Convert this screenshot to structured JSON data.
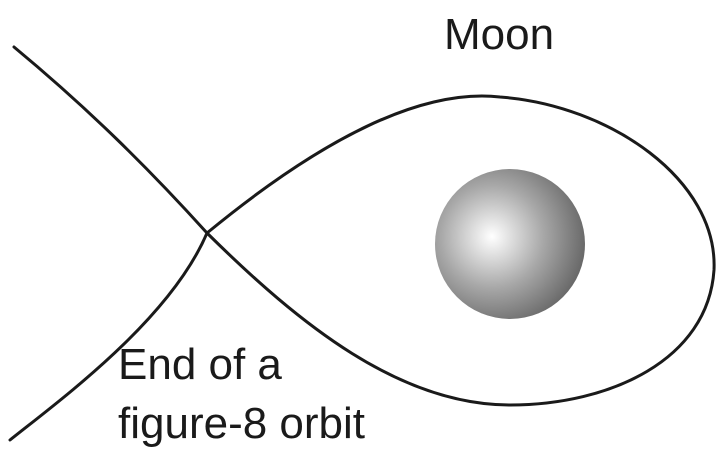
{
  "diagram": {
    "labels": {
      "moon": "Moon",
      "orbit_line1": "End of a",
      "orbit_line2": "figure-8 orbit"
    },
    "colors": {
      "stroke": "#1a1a1a",
      "moon_highlight": "#ffffff",
      "moon_mid": "#a8a8a8",
      "moon_shadow": "#6a6a6a",
      "background": "#ffffff"
    }
  }
}
